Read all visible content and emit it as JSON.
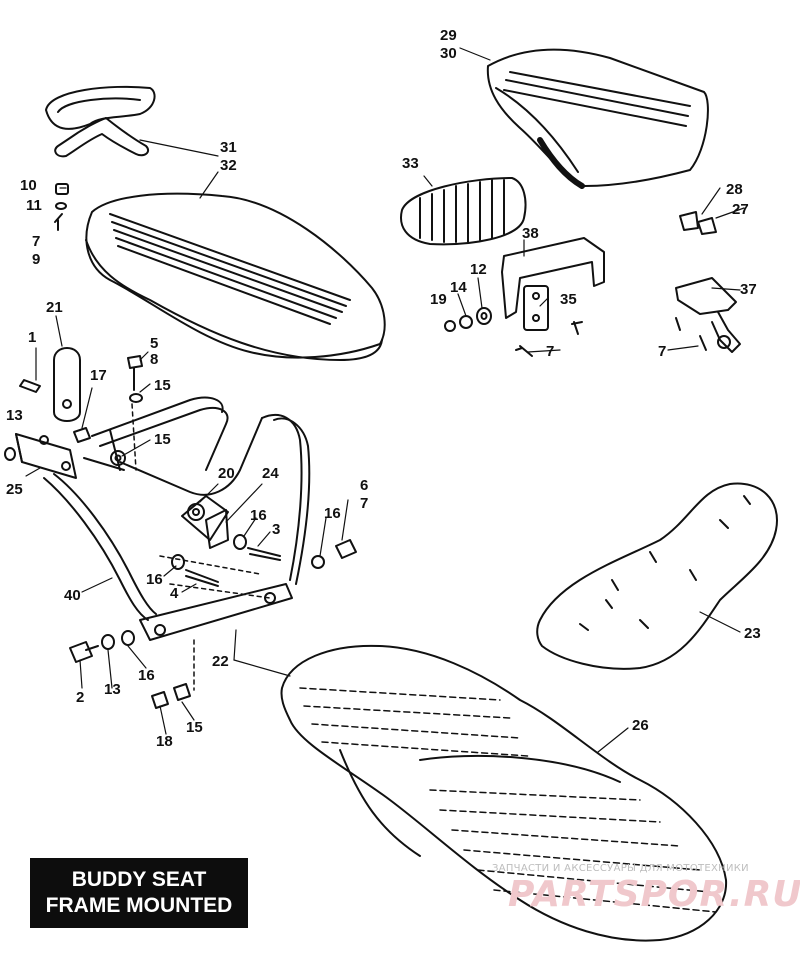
{
  "banner": {
    "line1": "BUDDY SEAT",
    "line2": "FRAME MOUNTED"
  },
  "watermark": {
    "top_text": "ЗАПЧАСТИ И АКСЕССУАРЫ ДЛЯ МОТОТЕХНИКИ",
    "logo_text": "PARTSPOR.RU"
  },
  "callouts": [
    {
      "id": "29",
      "text": "29"
    },
    {
      "id": "30",
      "text": "30"
    },
    {
      "id": "31",
      "text": "31"
    },
    {
      "id": "32",
      "text": "32"
    },
    {
      "id": "10",
      "text": "10"
    },
    {
      "id": "11",
      "text": "11"
    },
    {
      "id": "7a",
      "text": "7"
    },
    {
      "id": "9",
      "text": "9"
    },
    {
      "id": "33",
      "text": "33"
    },
    {
      "id": "28",
      "text": "28"
    },
    {
      "id": "27",
      "text": "27"
    },
    {
      "id": "38",
      "text": "38"
    },
    {
      "id": "12",
      "text": "12"
    },
    {
      "id": "14",
      "text": "14"
    },
    {
      "id": "19",
      "text": "19"
    },
    {
      "id": "35",
      "text": "35"
    },
    {
      "id": "37",
      "text": "37"
    },
    {
      "id": "7b",
      "text": "7"
    },
    {
      "id": "7c",
      "text": "7"
    },
    {
      "id": "21",
      "text": "21"
    },
    {
      "id": "1",
      "text": "1"
    },
    {
      "id": "5",
      "text": "5"
    },
    {
      "id": "8",
      "text": "8"
    },
    {
      "id": "17",
      "text": "17"
    },
    {
      "id": "15a",
      "text": "15"
    },
    {
      "id": "13a",
      "text": "13"
    },
    {
      "id": "15b",
      "text": "15"
    },
    {
      "id": "25",
      "text": "25"
    },
    {
      "id": "20",
      "text": "20"
    },
    {
      "id": "24",
      "text": "24"
    },
    {
      "id": "6",
      "text": "6"
    },
    {
      "id": "7d",
      "text": "7"
    },
    {
      "id": "16a",
      "text": "16"
    },
    {
      "id": "3",
      "text": "3"
    },
    {
      "id": "16b",
      "text": "16"
    },
    {
      "id": "16c",
      "text": "16"
    },
    {
      "id": "4",
      "text": "4"
    },
    {
      "id": "40",
      "text": "40"
    },
    {
      "id": "23",
      "text": "23"
    },
    {
      "id": "22",
      "text": "22"
    },
    {
      "id": "2",
      "text": "2"
    },
    {
      "id": "13b",
      "text": "13"
    },
    {
      "id": "16d",
      "text": "16"
    },
    {
      "id": "18",
      "text": "18"
    },
    {
      "id": "15c",
      "text": "15"
    },
    {
      "id": "26",
      "text": "26"
    }
  ],
  "colors": {
    "ink": "#111111",
    "banner_bg": "#0d0d0d",
    "banner_text": "#ffffff",
    "logo": "#f0c8cc",
    "watermark_text": "#bdbdbd"
  }
}
